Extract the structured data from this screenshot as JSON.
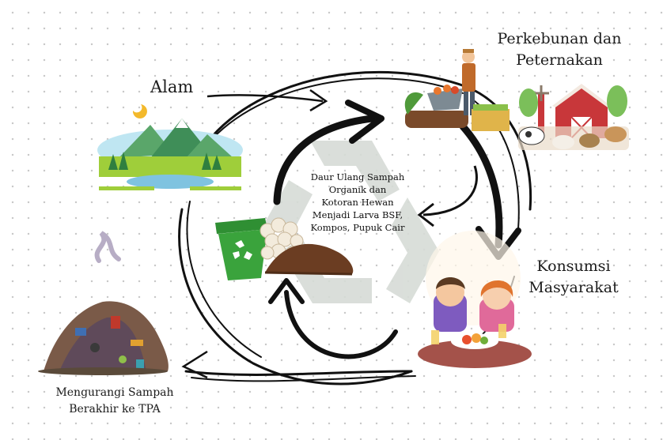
{
  "labels": {
    "alam": "Alam",
    "perkebunan": [
      "Perkebunan dan",
      "Peternakan"
    ],
    "konsumsi": [
      "Konsumsi",
      "Masyarakat"
    ],
    "tpa": [
      "Mengurangi Sampah",
      "Berakhir ke TPA"
    ],
    "center": [
      "Daur Ulang Sampah",
      "Organik dan",
      "Kotoran Hewan",
      "Menjadi Larva BSF,",
      "Kompos, Pupuk Cair"
    ]
  },
  "colors": {
    "arrow": "#111111",
    "recycle": "#d6dbd6",
    "bin": "#3aa33c",
    "soil": "#6b3d22"
  },
  "icons": [
    "mountain-landscape-icon",
    "farmer-with-wheelbarrow-icon",
    "barn-with-animals-icon",
    "children-eating-icon",
    "garbage-pile-icon",
    "compost-bin-icon",
    "recycle-symbol-icon"
  ]
}
